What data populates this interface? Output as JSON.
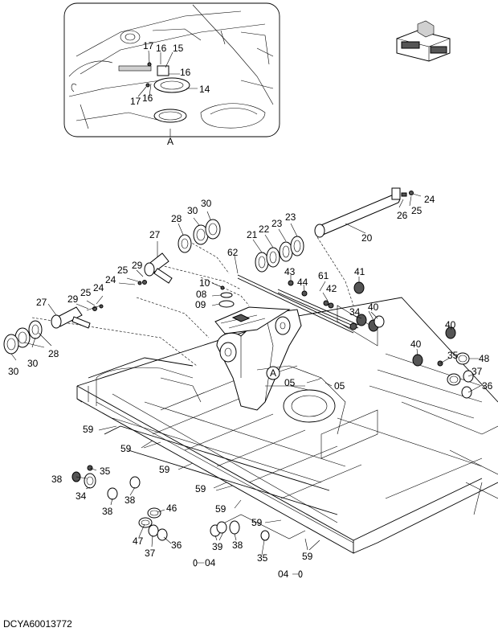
{
  "document_code": "DCYA60013772",
  "detail_view": {
    "label": "A",
    "callouts": [
      "17",
      "16",
      "15",
      "16",
      "16",
      "17",
      "14"
    ]
  },
  "orientation_icon": "machine-orientation-icon",
  "callouts": {
    "c20": "20",
    "c21": "21",
    "c22": "22",
    "c23a": "23",
    "c23b": "23",
    "c24a": "24",
    "c25a": "25",
    "c26": "26",
    "c27a": "27",
    "c28a": "28",
    "c30a": "30",
    "c30b": "30",
    "c29a": "29",
    "c25b": "25",
    "c24b": "24",
    "c27b": "27",
    "c29b": "29",
    "c25c": "25",
    "c24c": "24",
    "c28b": "28",
    "c30c": "30",
    "c30d": "30",
    "c62": "62",
    "c43": "43",
    "c44": "44",
    "c61": "61",
    "c41": "41",
    "c42": "42",
    "c10": "10",
    "c08": "08",
    "c09": "09",
    "c34a": "34",
    "c40a": "40",
    "c40b": "40",
    "c40c": "40",
    "c35a": "35",
    "c48": "48",
    "c37a": "37",
    "c36a": "36",
    "cA": "A",
    "c05a": "05",
    "c05b": "05",
    "c59a": "59",
    "c59b": "59",
    "c59c": "59",
    "c59d": "59",
    "c59e": "59",
    "c59f": "59",
    "c59g": "59",
    "c38a": "38",
    "c35b": "35",
    "c34b": "34",
    "c38b": "38",
    "c38c": "38",
    "c46": "46",
    "c47": "47",
    "c37b": "37",
    "c36b": "36",
    "c39": "39",
    "c38d": "38",
    "c35c": "35",
    "c04a": "04",
    "c04b": "04"
  }
}
